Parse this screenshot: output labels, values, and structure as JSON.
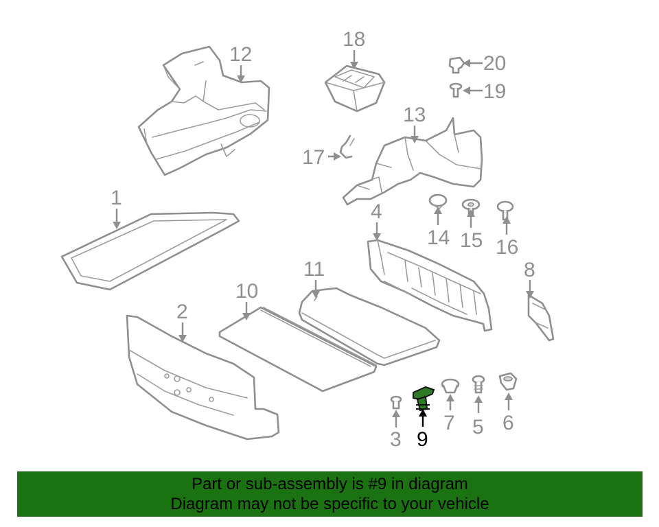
{
  "diagram": {
    "callouts": [
      "1",
      "2",
      "3",
      "4",
      "5",
      "6",
      "7",
      "8",
      "9",
      "10",
      "11",
      "12",
      "13",
      "14",
      "15",
      "16",
      "17",
      "18",
      "19",
      "20"
    ],
    "highlighted": "9",
    "highlight_color": "#1a7310"
  },
  "banner": {
    "line1": "Part or sub-assembly is #9 in diagram",
    "line2": "Diagram may not be specific to your vehicle",
    "background": "#1a7310"
  }
}
